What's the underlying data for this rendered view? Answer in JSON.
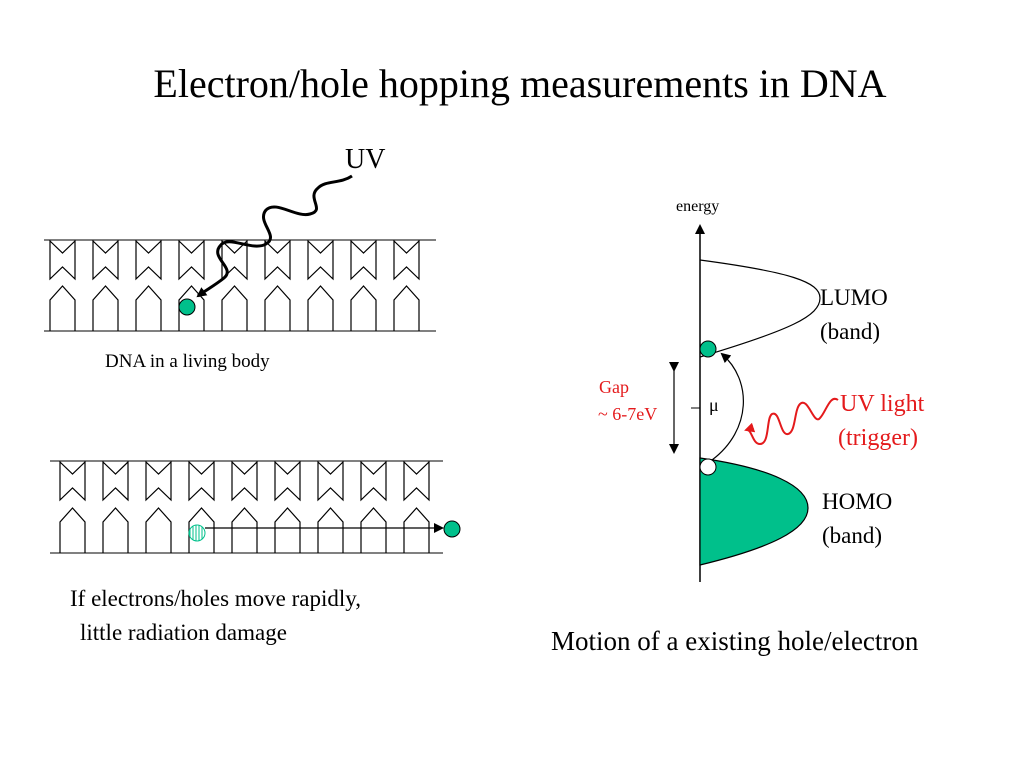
{
  "slide": {
    "title": "Electron/hole hopping measurements in DNA"
  },
  "left_panel": {
    "uv_label": "UV",
    "dna_living_caption": "DNA in a living body",
    "fast_move_line1": "If electrons/holes move rapidly,",
    "fast_move_line2": "little radiation damage"
  },
  "energy_diagram": {
    "axis_label": "energy",
    "lumo_line1": "LUMO",
    "lumo_line2": "(band)",
    "homo_line1": "HOMO",
    "homo_line2": "(band)",
    "gap_line1": "Gap",
    "gap_line2": "~ 6-7eV",
    "mu_label": "μ",
    "uv_light_line1": "UV light",
    "uv_light_line2": "(trigger)",
    "caption": "Motion of a existing hole/electron"
  },
  "colors": {
    "electron": "#00c08b",
    "uv_wave": "#e41a1c"
  }
}
